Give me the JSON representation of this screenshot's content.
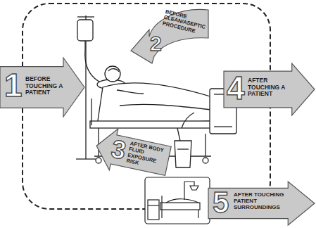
{
  "diagram": {
    "nodes": [
      {
        "text": [
          "1",
          "BEFORE TOUCHING A PATIENT"
        ]
      },
      {
        "text": [
          "2",
          "BEFORE CLEAN/ASEPTIC PROCEDURE"
        ]
      },
      {
        "text": [
          "3",
          "AFTER BODY FLUID EXPOSURE RISK"
        ]
      },
      {
        "text": [
          "4",
          "AFTER TOUCHING A PATIENT"
        ]
      },
      {
        "text": [
          "5",
          "AFTER TOUCHING PATIENT SURROUNDINGS"
        ]
      }
    ]
  }
}
